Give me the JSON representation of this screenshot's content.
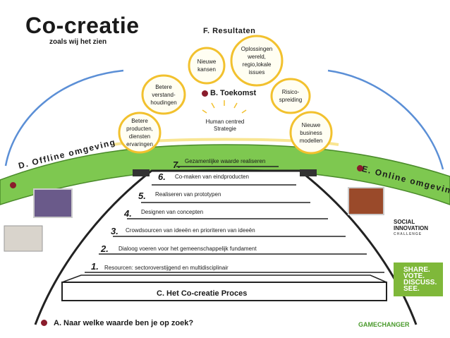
{
  "title": "Co-creatie",
  "subtitle": "zoals wij het zien",
  "results_heading": "F. Resultaten",
  "results": [
    "Betere\nproducten,\ndiensten\nervaringen",
    "Betere\nverstand-\nhoudingen",
    "Nieuwe\nkansen",
    "Oplossingen\nwereld,\nregio,lokale\nissues",
    "Risico-\nspreiding",
    "Nieuwe\nbusiness\nmodellen"
  ],
  "future_label": "B. Toekomst",
  "core_label": "Human centred\nStrategie",
  "offline_label": "D. Offline omgeving",
  "online_label": "E. Online omgeving",
  "steps": [
    {
      "num": "1.",
      "text": "Resourcen: sectoroverstijgend en multidisciplinair"
    },
    {
      "num": "2.",
      "text": "Dialoog voeren voor het gemeenschappelijk fundament"
    },
    {
      "num": "3.",
      "text": "Crowdsourcen van ideeën en prioriteren van ideeën"
    },
    {
      "num": "4.",
      "text": "Designen van concepten"
    },
    {
      "num": "5.",
      "text": "Realiseren van prototypen"
    },
    {
      "num": "6.",
      "text": "Co-maken van eindproducten"
    },
    {
      "num": "7.",
      "text": "Gezamenlijke waarde realiseren"
    }
  ],
  "process_label": "C. Het Co-creatie Proces",
  "question_label": "A. Naar welke waarde ben je op zoek?",
  "logo_social": {
    "line1": "SOCIAL",
    "line2": "INNOVATION",
    "line3": "CHALLENGE"
  },
  "logo_share": {
    "line1": "SHARE.",
    "line2": "VOTE.",
    "line3": "DISCUSS.",
    "line4": "SEE."
  },
  "brand": "GAMECHANGER",
  "colors": {
    "accent_dot": "#8a1c2c",
    "hill": "#6bbf3a",
    "sky": "#5b8fd6",
    "brand": "#4a9a2c"
  }
}
